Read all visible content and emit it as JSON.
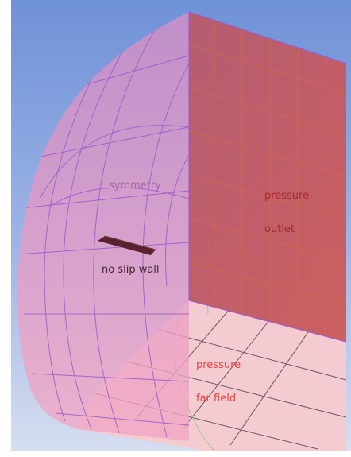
{
  "labels": {
    "symmetry": "symmetry",
    "wall": "no slip wall",
    "outlet_line1": "pressure",
    "outlet_line2": "outlet",
    "farfield_line1": "pressure",
    "farfield_line2": "far field"
  },
  "colors": {
    "background_top": "#6f91d8",
    "background_bottom": "#cfd9ee",
    "symmetry_face": "#e59bc6",
    "outlet_face": "#c0575e",
    "farfield_face": "#f5cbd2",
    "mesh_purple": "#9a5acc",
    "mesh_orange": "#d36a4c",
    "mesh_green": "#8fc98a",
    "wall_body": "#5a2230",
    "symmetry_text": "#a06aa0",
    "wall_text": "#4a2535",
    "outlet_text": "#a8272c",
    "farfield_text": "#e8433f"
  }
}
